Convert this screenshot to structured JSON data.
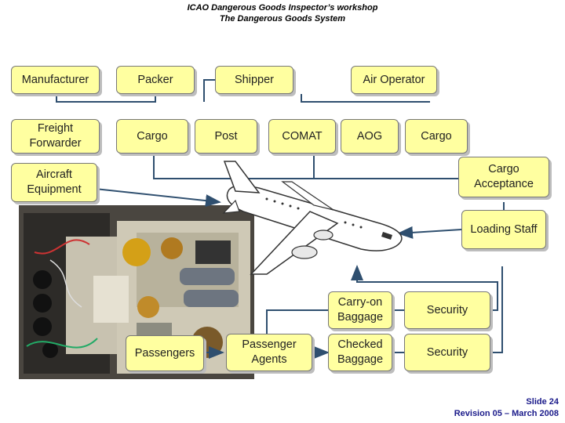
{
  "header": {
    "title_line1": "ICAO Dangerous Goods Inspector’s workshop",
    "title_line2": "The Dangerous Goods System"
  },
  "boxes": {
    "manufacturer": "Manufacturer",
    "packer": "Packer",
    "shipper": "Shipper",
    "air_operator": "Air Operator",
    "freight_forwarder": "Freight Forwarder",
    "cargo_1": "Cargo",
    "post": "Post",
    "comat": "COMAT",
    "aog": "AOG",
    "cargo_2": "Cargo",
    "aircraft_equipment": "Aircraft Equipment",
    "cargo_acceptance": "Cargo Acceptance",
    "loading_staff": "Loading Staff",
    "carry_on_baggage": "Carry-on Baggage",
    "security_1": "Security",
    "passengers": "Passengers",
    "passenger_agents": "Passenger Agents",
    "checked_baggage": "Checked Baggage",
    "security_2": "Security"
  },
  "footer": {
    "slide": "Slide 24",
    "revision": "Revision 05 – March 2008"
  },
  "colors": {
    "box_fill": "#ffffa0",
    "connector": "#2f4f6f",
    "footer_text": "#1a1a8a"
  }
}
